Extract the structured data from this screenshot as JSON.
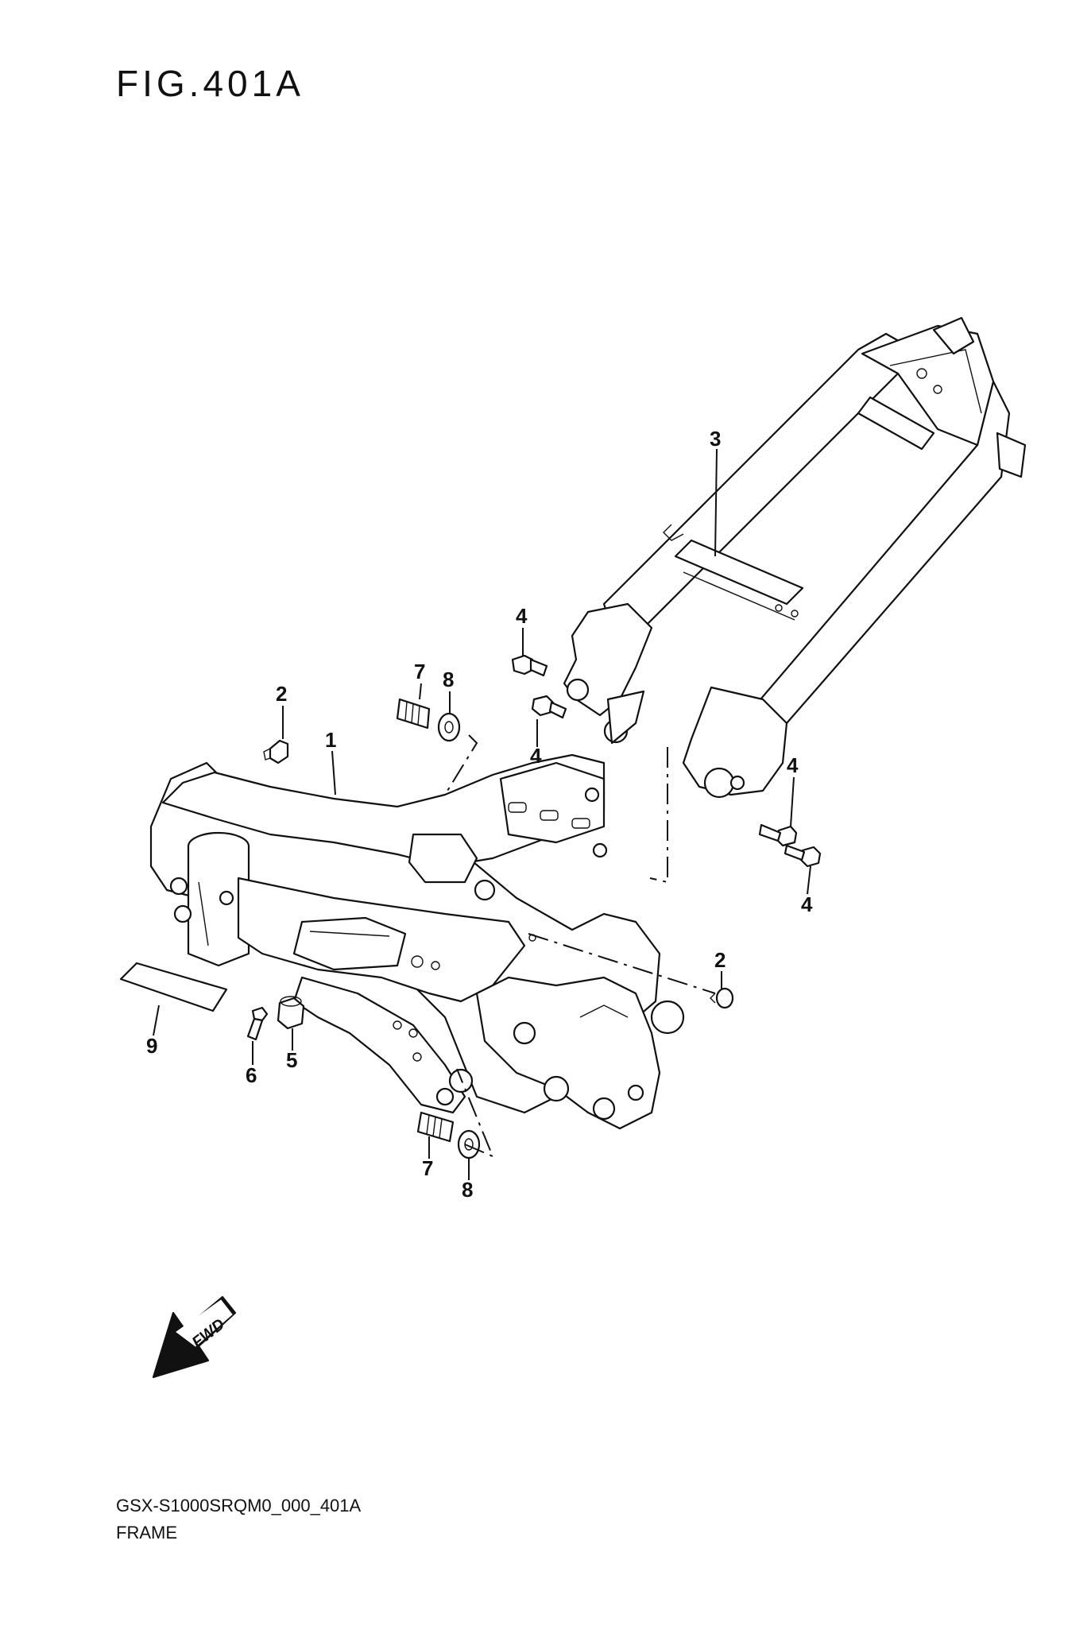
{
  "figure": {
    "title": "FIG.401A",
    "code": "GSX-S1000SRQM0_000_401A",
    "name": "FRAME"
  },
  "callouts": [
    "1",
    "2",
    "2",
    "3",
    "4",
    "4",
    "4",
    "4",
    "5",
    "6",
    "7",
    "7",
    "8",
    "8",
    "9"
  ],
  "fwd_label": "FWD"
}
